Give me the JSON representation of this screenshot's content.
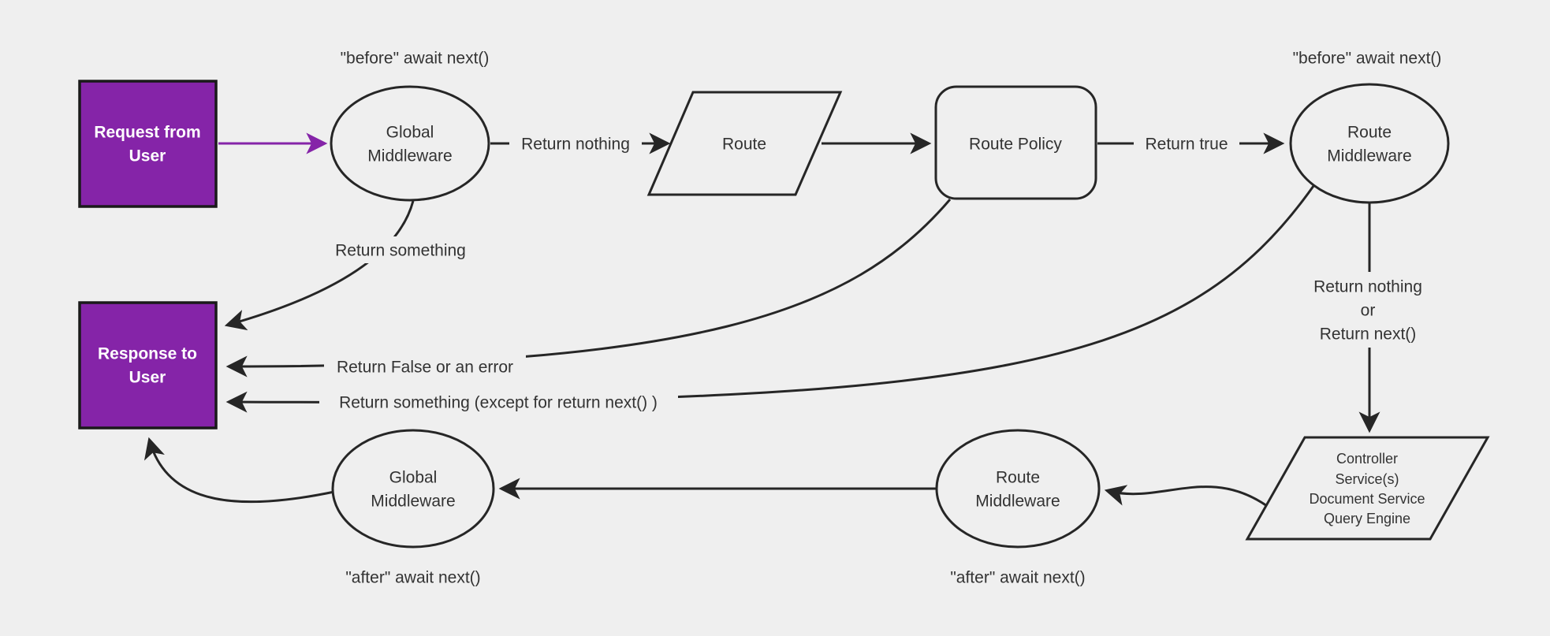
{
  "diagram": {
    "title_hint": "middleware request-response lifecycle flowchart",
    "colors": {
      "background": "#efefef",
      "stroke": "#262626",
      "text": "#333333",
      "accent": "#8524a8",
      "node_fill": "#efefef",
      "box_border": "#1a1a1a",
      "box_text": "#ffffff"
    },
    "nodes": {
      "request": {
        "lines": [
          "Request from",
          "User"
        ]
      },
      "global_middleware_top": {
        "lines": [
          "Global",
          "Middleware"
        ]
      },
      "route": {
        "lines": [
          "Route"
        ]
      },
      "route_policy": {
        "lines": [
          "Route Policy"
        ]
      },
      "route_middleware_top": {
        "lines": [
          "Route",
          "Middleware"
        ]
      },
      "controller": {
        "lines": [
          "Controller",
          "Service(s)",
          "Document Service",
          "Query Engine"
        ]
      },
      "route_middleware_bottom": {
        "lines": [
          "Route",
          "Middleware"
        ]
      },
      "global_middleware_bottom": {
        "lines": [
          "Global",
          "Middleware"
        ]
      },
      "response": {
        "lines": [
          "Response to",
          "User"
        ]
      }
    },
    "edge_labels": {
      "return_nothing": "Return nothing",
      "return_true": "Return true",
      "return_something": "Return something",
      "return_false": "Return False or an error",
      "return_something_except": "Return something (except for return next() )",
      "return_nothing_or": [
        "Return nothing",
        "or",
        "Return next()"
      ]
    },
    "annotations": {
      "before_await_left": "\"before\" await next()",
      "before_await_right": "\"before\" await next()",
      "after_await_left": "\"after\" await next()",
      "after_await_right": "\"after\" await next()"
    }
  }
}
